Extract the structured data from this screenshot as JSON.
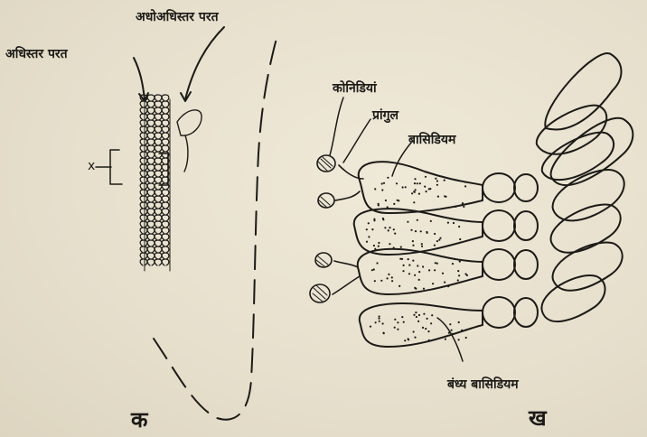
{
  "labels": {
    "lower_epidermal_layer": "अधोअधिस्तर परत",
    "epidermal_layer": "अधिस्तर परत",
    "x_mark": "x",
    "conidia": "कोनिडियां",
    "sterigma": "प्रांगुल",
    "basidium": "बासिडियम",
    "sterile_basidium": "बंध्य बासिडियम",
    "panel_a": "क",
    "panel_b": "ख"
  }
}
